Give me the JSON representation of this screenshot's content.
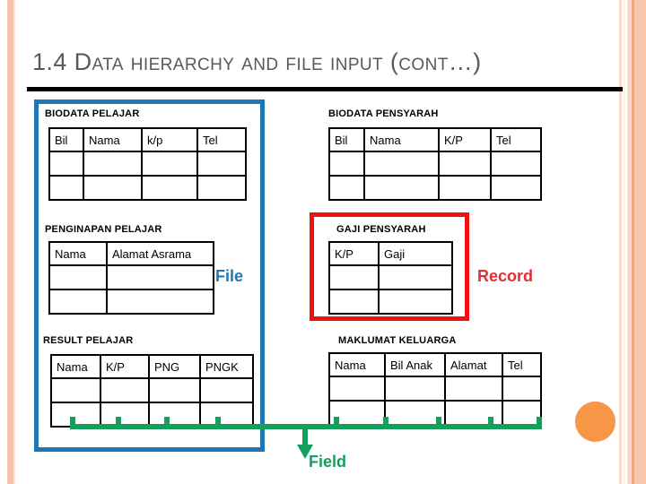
{
  "slide": {
    "title_number": "1.4",
    "title_text": "Data hierarchy and file input (cont…)"
  },
  "annotations": {
    "file_label": "File",
    "record_label": "Record",
    "field_label": "Field",
    "file_color": "#1f77b4",
    "record_color": "#e03030",
    "field_color": "#13a05a"
  },
  "boxes": {
    "blue_border_color": "#1f77b4",
    "red_border_color": "#ee1111"
  },
  "tables": [
    {
      "id": "biodata-pelajar",
      "caption": "BIODATA PELAJAR",
      "headers": [
        "Bil",
        "Nama",
        "k/p",
        "Tel"
      ],
      "empty_rows": 2
    },
    {
      "id": "biodata-pensyarah",
      "caption": "BIODATA PENSYARAH",
      "headers": [
        "Bil",
        "Nama",
        "K/P",
        "Tel"
      ],
      "empty_rows": 2
    },
    {
      "id": "penginapan-pelajar",
      "caption": "PENGINAPAN PELAJAR",
      "headers": [
        "Nama",
        "Alamat Asrama"
      ],
      "empty_rows": 2
    },
    {
      "id": "gaji-pensyarah",
      "caption": "GAJI PENSYARAH",
      "headers": [
        "K/P",
        "Gaji"
      ],
      "empty_rows": 2
    },
    {
      "id": "result-pelajar",
      "caption": "RESULT PELAJAR",
      "headers": [
        "Nama",
        "K/P",
        "PNG",
        "PNGK"
      ],
      "empty_rows": 2
    },
    {
      "id": "maklumat-keluarga",
      "caption": "MAKLUMAT KELUARGA",
      "headers": [
        "Nama",
        "Bil Anak",
        "Alamat",
        "Tel"
      ],
      "empty_rows": 2
    }
  ],
  "decor": {
    "accent_orange": "#f79646",
    "stripe_peach": "#f5c4ad"
  }
}
